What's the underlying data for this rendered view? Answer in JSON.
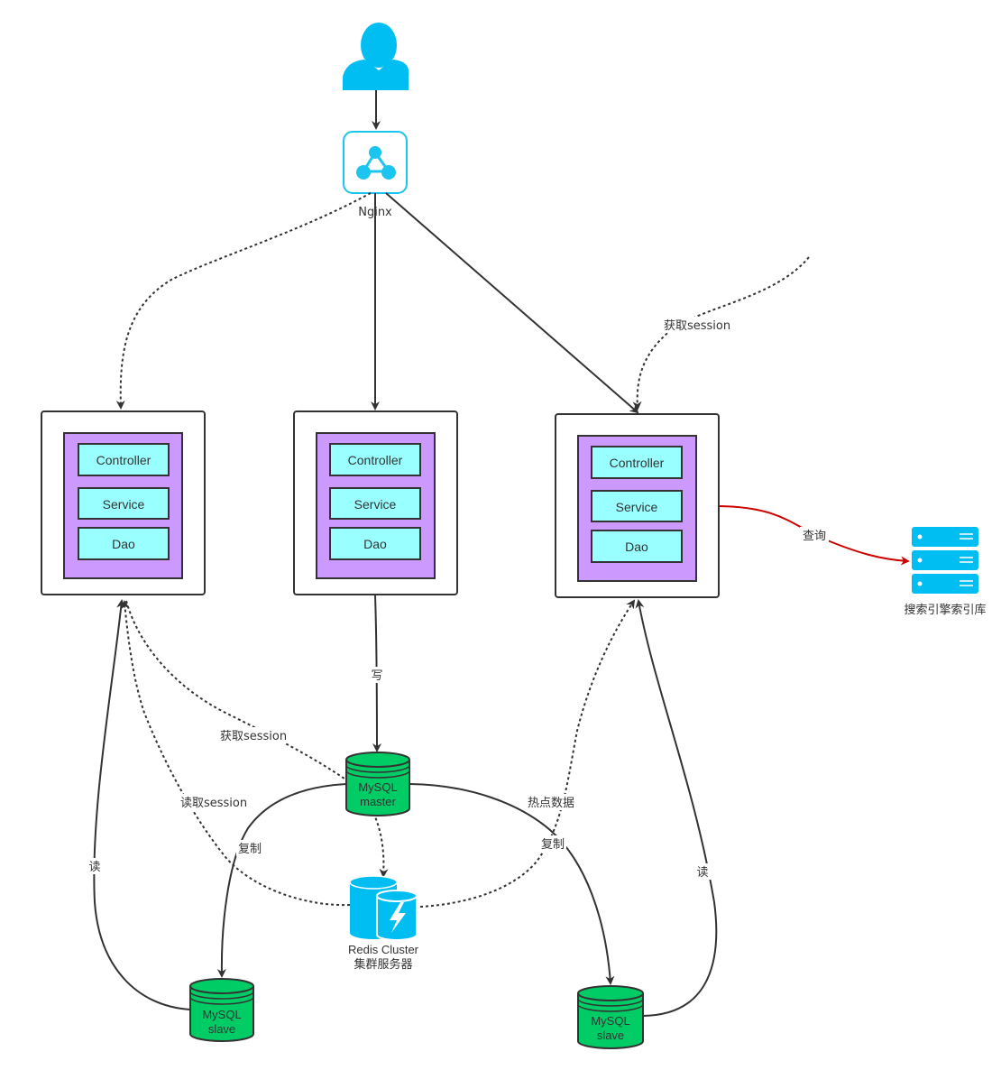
{
  "nginx": {
    "label": "Nginx"
  },
  "app_servers": [
    {
      "layers": [
        "Controller",
        "Service",
        "Dao"
      ]
    },
    {
      "layers": [
        "Controller",
        "Service",
        "Dao"
      ]
    },
    {
      "layers": [
        "Controller",
        "Service",
        "Dao"
      ]
    }
  ],
  "mysql_master": {
    "line1": "MySQL",
    "line2": "master"
  },
  "mysql_slave_left": {
    "line1": "MySQL",
    "line2": "slave"
  },
  "mysql_slave_right": {
    "line1": "MySQL",
    "line2": "slave"
  },
  "redis": {
    "line1": "Redis Cluster",
    "line2": "集群服务器"
  },
  "search_engine": {
    "label": "搜索引擎索引库"
  },
  "edge_labels": {
    "get_session_top": "获取session",
    "query": "查询",
    "write": "写",
    "get_session_mid": "获取session",
    "read_session": "读取session",
    "hot_data": "热点数据",
    "replicate_left": "复制",
    "replicate_right": "复制",
    "read_left": "读",
    "read_right": "读"
  },
  "colors": {
    "user": "#00BEF2",
    "nginx_stroke": "#1CC5F0",
    "layer_fill": "#99FFFF",
    "container_fill": "#CC99FF",
    "db_green": "#00CC66",
    "redis_blue": "#00BEF2",
    "query_arrow": "#CC0000"
  }
}
